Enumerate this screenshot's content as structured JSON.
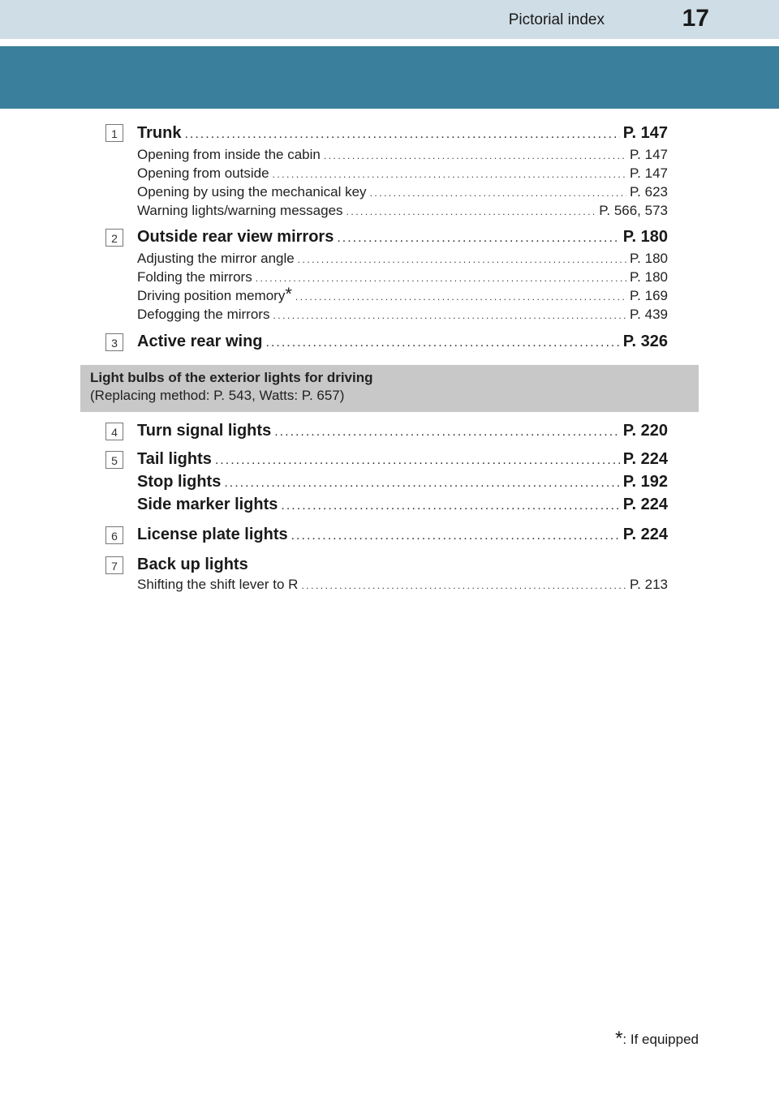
{
  "header": {
    "title": "Pictorial index",
    "page_number": "17"
  },
  "sections": [
    {
      "number": "1",
      "label": "Trunk",
      "page": "P. 147",
      "subs": [
        {
          "label": "Opening from inside the cabin",
          "page": "P. 147"
        },
        {
          "label": "Opening from outside",
          "page": "P. 147"
        },
        {
          "label": "Opening by using the mechanical key",
          "page": "P. 623"
        },
        {
          "label": "Warning lights/warning messages",
          "page": "P. 566, 573"
        }
      ]
    },
    {
      "number": "2",
      "label": "Outside rear view mirrors",
      "page": "P. 180",
      "subs": [
        {
          "label": "Adjusting the mirror angle",
          "page": "P. 180"
        },
        {
          "label": "Folding the mirrors",
          "page": "P. 180"
        },
        {
          "label": "Driving position memory",
          "mark": "*",
          "page": "P. 169"
        },
        {
          "label": "Defogging the mirrors",
          "page": "P. 439"
        }
      ]
    },
    {
      "number": "3",
      "label": "Active rear wing",
      "page": "P. 326"
    }
  ],
  "exterior_lights": {
    "title": "Light bulbs of the exterior lights for driving",
    "subtitle": "(Replacing method: P. 543, Watts: P. 657)"
  },
  "light_items": [
    {
      "number": "4",
      "label": "Turn signal lights",
      "page": "P. 220"
    },
    {
      "number": "5",
      "label": "Tail lights",
      "page": "P. 224"
    },
    {
      "label": "Stop lights",
      "page": "P. 192"
    },
    {
      "label": "Side marker lights",
      "page": "P. 224"
    },
    {
      "number": "6",
      "label": "License plate lights",
      "page": "P. 224"
    },
    {
      "number": "7",
      "label": "Back up lights",
      "subs": [
        {
          "label": "Shifting the shift lever to R",
          "page": "P. 213"
        }
      ]
    }
  ],
  "footnote": {
    "mark": "*",
    "text": ": If equipped"
  },
  "colors": {
    "band": "#3a7f9b",
    "strip": "#cfdde6",
    "grey_box": "#c8c8c8"
  }
}
